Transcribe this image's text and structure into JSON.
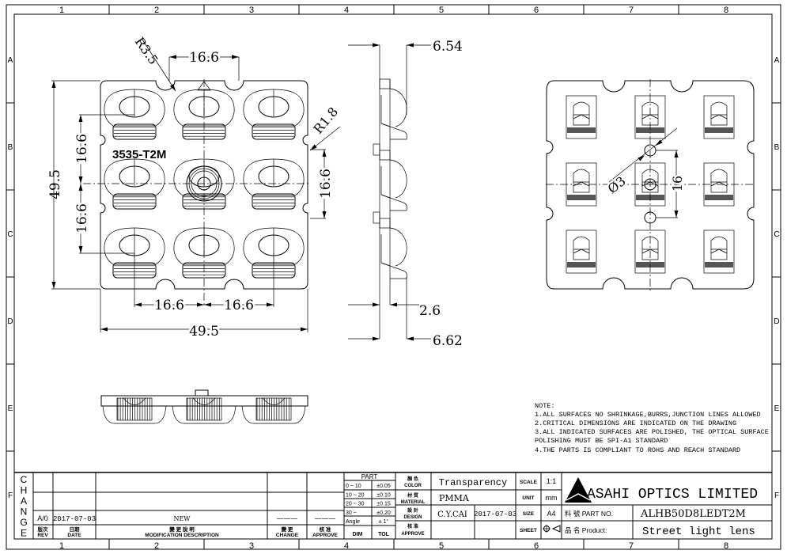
{
  "frame": {
    "columns": [
      "1",
      "2",
      "3",
      "4",
      "5",
      "6",
      "7",
      "8"
    ],
    "rows": [
      "A",
      "B",
      "C",
      "D",
      "E",
      "F"
    ]
  },
  "front_view": {
    "width_dim": "49.5",
    "height_dim": "49.5",
    "pitch_top": "16.6",
    "pitch_left_upper": "16.6",
    "pitch_left_lower": "16.6",
    "pitch_right": "16.6",
    "pitch_bottom_left": "16.6",
    "pitch_bottom_right": "16.6",
    "radius_notch": "R3.5",
    "radius_side": "R1.8",
    "marking": "3535-T2M"
  },
  "side_view": {
    "top_dim": "6.54",
    "base_dim": "2.6",
    "bottom_dim": "6.62"
  },
  "back_view": {
    "hole_dia": "Ø3",
    "hole_spacing": "16"
  },
  "notes": {
    "title": "NOTE:",
    "lines": [
      "1.ALL SURFACES NO SHRINKAGE,BURRS,JUNCTION LINES ALLOWED",
      "2.CRITICAL DIMENSIONS ARE INDICATED ON THE DRAWING",
      "3.ALL INDICATED SURFACES ARE POLISHED, THE OPTICAL SURFACE",
      "POLISHING MUST BE SPI-A1 STANDARD",
      "4.THE PARTS IS COMPLIANT TO ROHS AND REACH STANDARD"
    ]
  },
  "title_block": {
    "change_letters": [
      "C",
      "H",
      "A",
      "N",
      "G",
      "E"
    ],
    "revision": {
      "rev": "A/0",
      "date": "2017-07-03",
      "description": "NEW",
      "change": "———",
      "approve": "———"
    },
    "headers": {
      "rev_cn": "版次",
      "rev": "REV",
      "date_cn": "日期",
      "date": "DATE",
      "desc_cn": "變 更 說 明",
      "desc": "MODIFICATION DESCRIPTION",
      "change_cn": "變 更",
      "change": "CHANGE",
      "approve_cn": "核 准",
      "approve": "APPROVE"
    },
    "tolerance": {
      "title": "PART",
      "rows": [
        [
          "0 ~ 10",
          "±0.05"
        ],
        [
          "10 ~ 20",
          "±0.10"
        ],
        [
          "20 ~ 30",
          "±0.15"
        ],
        [
          "30 ~",
          "±0.20"
        ],
        [
          "Angle",
          "± 1°"
        ]
      ],
      "dim": "DIM",
      "tol": "TOL"
    },
    "labels": {
      "color_cn": "顏 色",
      "color": "COLOR",
      "material_cn": "材 質",
      "material": "MATERIAL",
      "design_cn": "設 計",
      "design": "DESIGN",
      "approve_cn": "核 准",
      "approve": "APPROVE"
    },
    "color": "Transparency",
    "material": "PMMA",
    "designer": "C.Y.CAI",
    "design_date": "2017-07-03",
    "scale_label": "SCALE",
    "scale": "1:1",
    "unit_label": "UNIT",
    "unit": "mm",
    "size_label": "SIZE",
    "size": "A4",
    "sheet_label": "SHEET",
    "company": "ASAHI OPTICS LIMITED",
    "logo_text": "ASAHI",
    "part_no_label": "料 號 PART NO.",
    "part_no": "ALHB50D8LEDT2M",
    "product_label": "品 名 Product:",
    "product": "Street light lens"
  }
}
